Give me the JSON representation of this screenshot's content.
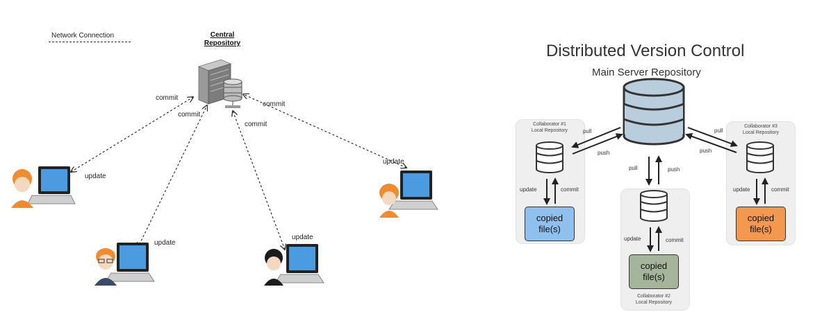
{
  "left_diagram": {
    "legend": "Network Connection",
    "central_title_line1": "Central",
    "central_title_line2": "Repository",
    "labels": {
      "commit_1": "commit",
      "commit_2": "commit",
      "commit_3": "commit",
      "commit_4": "commit",
      "update_1": "update",
      "update_2": "update",
      "update_3": "update",
      "update_4": "update"
    }
  },
  "right_diagram": {
    "title": "Distributed Version Control",
    "subtitle": "Main Server Repository",
    "collaborator1": {
      "name": "Collaborator #1",
      "repo": "Local Repository",
      "file_line1": "copied",
      "file_line2": "file(s)",
      "color": "#8fc0ee",
      "update": "update",
      "commit": "commit",
      "pull": "pull",
      "push": "push"
    },
    "collaborator2": {
      "name": "Collaborator #2",
      "repo": "Local Repository",
      "file_line1": "copied",
      "file_line2": "file(s)",
      "color": "#a4b59b",
      "update": "update",
      "commit": "commit",
      "pull": "pull",
      "push": "push"
    },
    "collaborator3": {
      "name": "Collaborator #3",
      "repo": "Local Repository",
      "file_line1": "copied",
      "file_line2": "file(s)",
      "color": "#f3984f",
      "update": "update",
      "commit": "commit",
      "pull": "pull",
      "push": "push"
    },
    "server_color": "#b9cedd"
  }
}
